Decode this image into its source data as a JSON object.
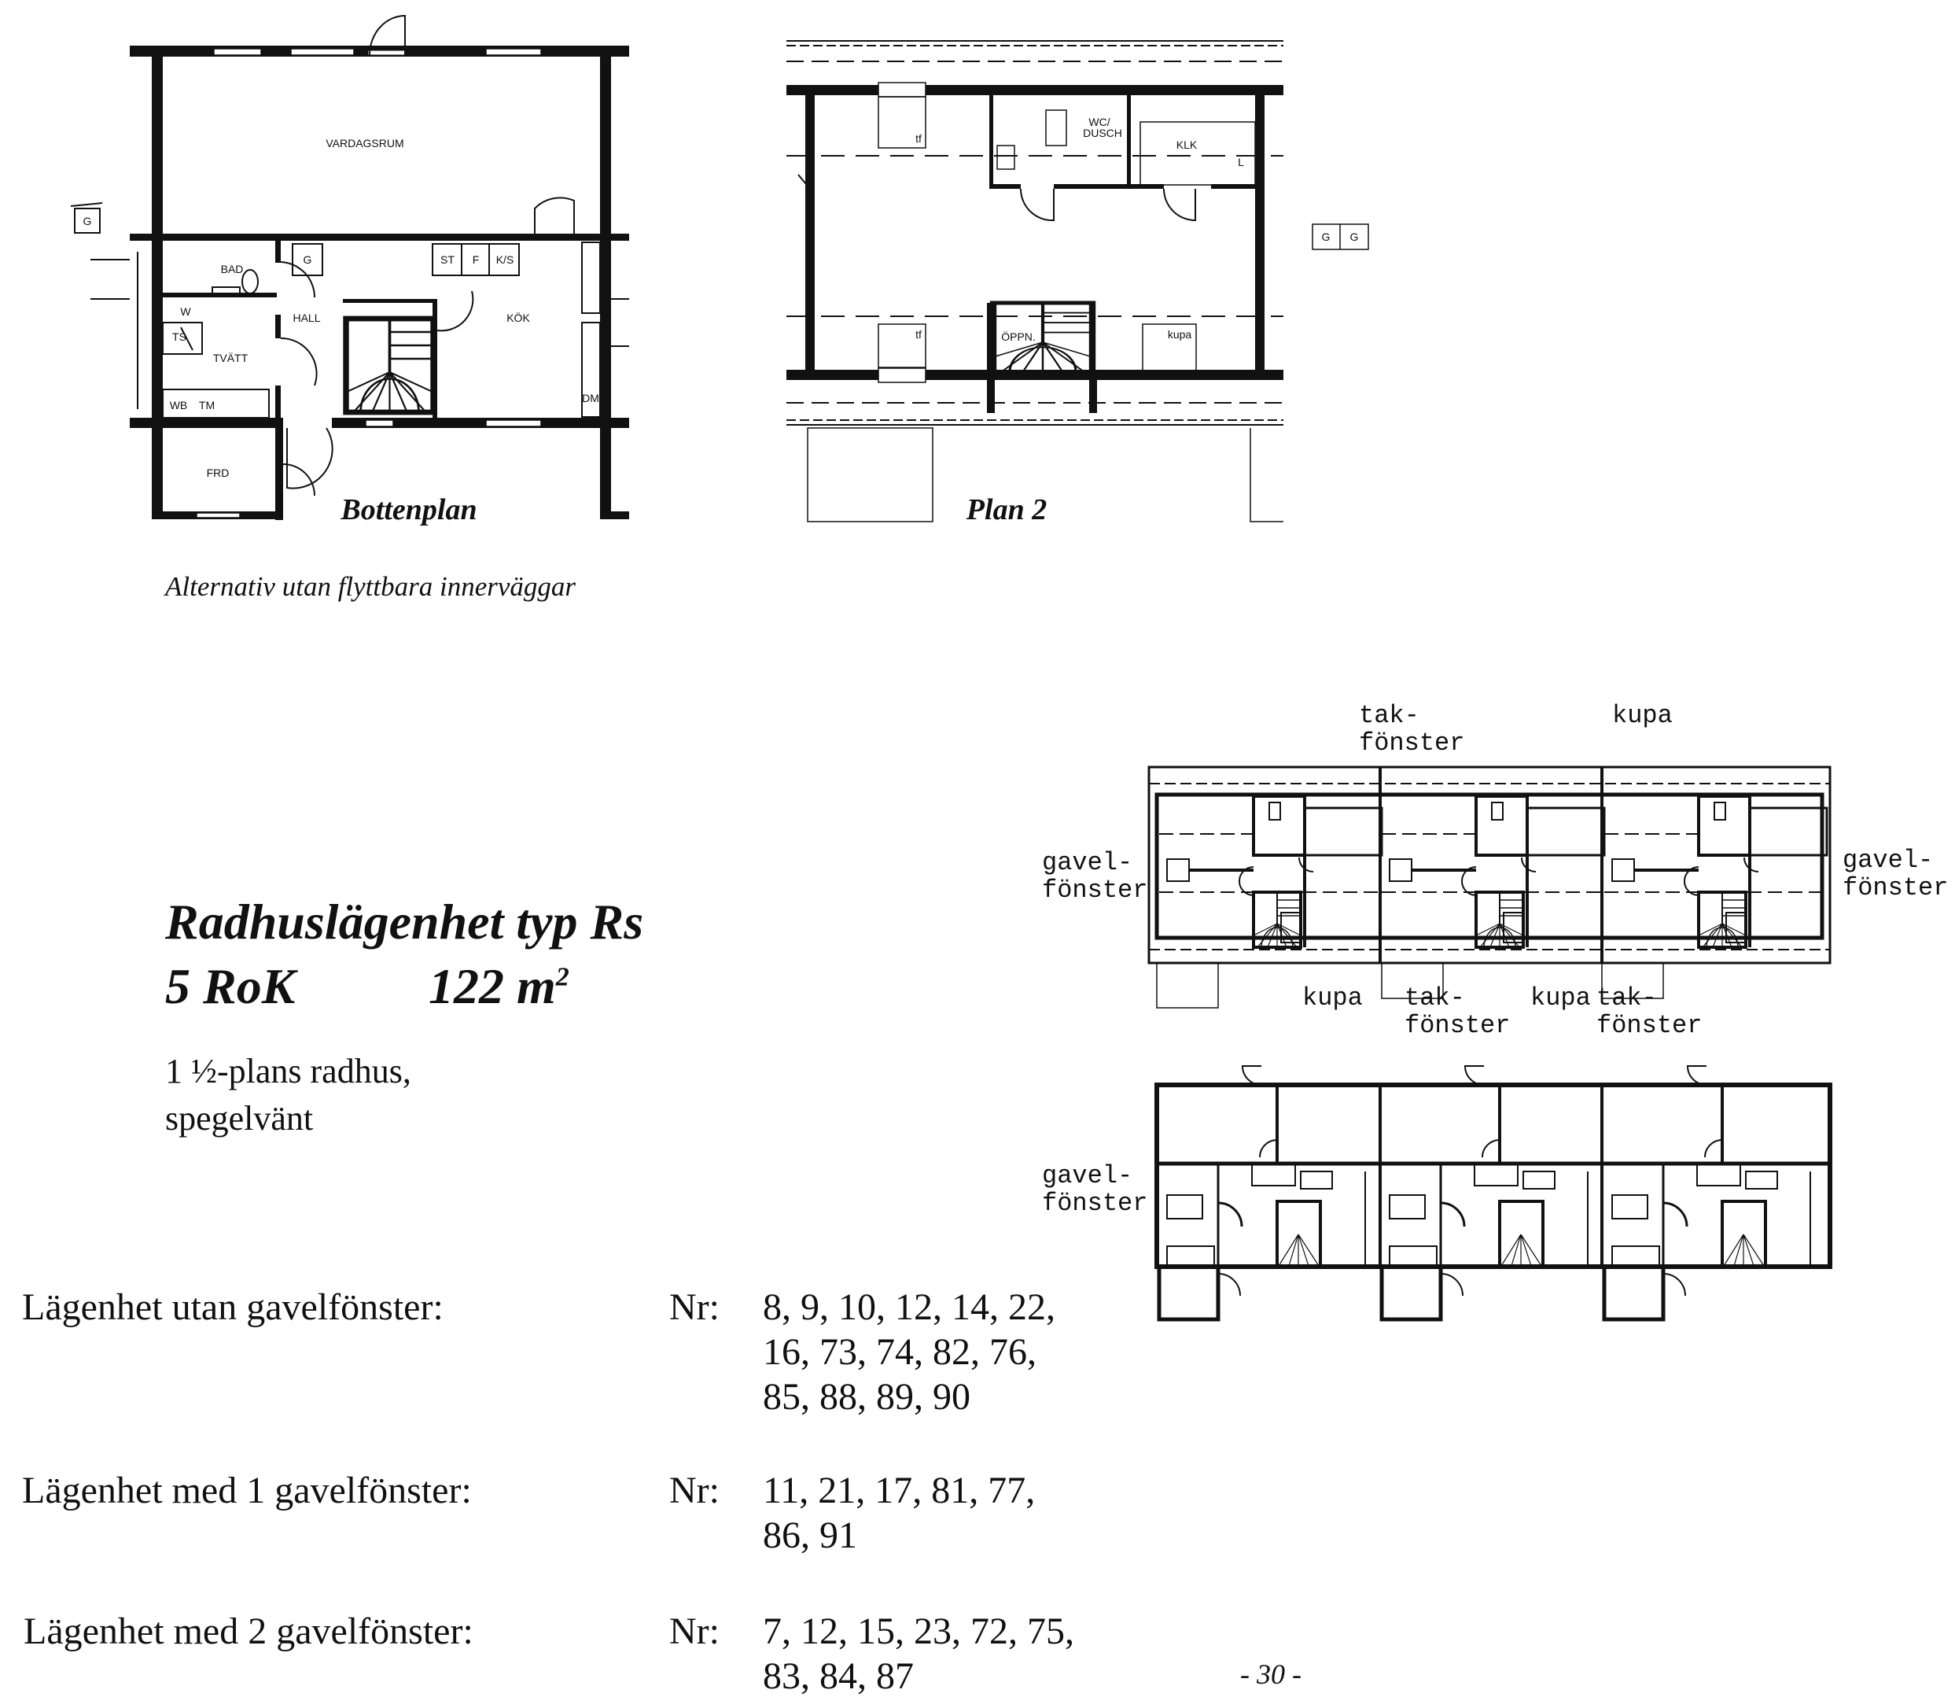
{
  "bottenplan": {
    "caption": "Bottenplan",
    "rooms": {
      "vardagsrum": "VARDAGSRUM",
      "bad": "BAD",
      "hall": "HALL",
      "kok": "KÖK",
      "tvatt": "TVÄTT",
      "frd": "FRD"
    },
    "fixtures": {
      "g": "G",
      "st": "ST",
      "f": "F",
      "ks": "K/S",
      "ts": "TS",
      "w": "W",
      "wb": "WB",
      "tm": "TM",
      "dm": "DM",
      "g_outside": "G"
    }
  },
  "plan2": {
    "caption": "Plan 2",
    "rooms": {
      "tf1": "tf",
      "tf2": "tf",
      "wc_1": "WC/",
      "wc_2": "DUSCH",
      "klk": "KLK",
      "l": "L",
      "oppn": "ÖPPN.",
      "kupa": "kupa"
    },
    "g_boxes": [
      "G",
      "G"
    ]
  },
  "alt_caption": "Alternativ utan flyttbara innerväggar",
  "heading": {
    "line1": "Radhuslägenhet typ Rs",
    "rooms": "5 RoK",
    "area": "122 m",
    "area_sup": "2"
  },
  "description": [
    "1 ½-plans radhus,",
    "spegelvänt"
  ],
  "row_labels": {
    "tak1": [
      "tak-",
      "fönster"
    ],
    "kupa_top": "kupa",
    "gavel_left": [
      "gavel-",
      "fönster"
    ],
    "gavel_right": [
      "gavel-",
      "fönster"
    ],
    "kupa_b1": "kupa",
    "tak_b1": [
      "tak-",
      "fönster"
    ],
    "kupa_b2": "kupa",
    "tak_b2": [
      "tak-",
      "fönster"
    ],
    "gavel_lower": [
      "gavel-",
      "fönster"
    ]
  },
  "apartment_lists": [
    {
      "label": "Lägenhet utan gavelfönster:",
      "nr": "Nr:",
      "lines": [
        "8, 9, 10, 12, 14, 22,",
        "16, 73, 74, 82, 76,",
        "85, 88, 89, 90"
      ]
    },
    {
      "label": "Lägenhet med 1 gavelfönster:",
      "nr": "Nr:",
      "lines": [
        "11, 21, 17, 81, 77,",
        "86, 91"
      ]
    },
    {
      "label": "Lägenhet med 2 gavelfönster:",
      "nr": "Nr:",
      "lines": [
        "7, 12, 15, 23, 72, 75,",
        "83, 84, 87"
      ]
    }
  ],
  "page_number": "- 30 -"
}
